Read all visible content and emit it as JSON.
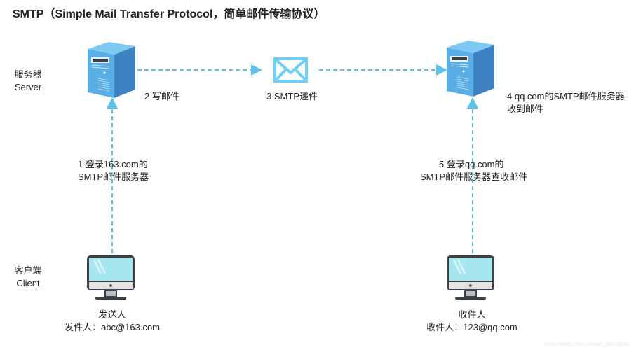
{
  "title": "SMTP（Simple Mail Transfer Protocol，简单邮件传输协议）",
  "rows": {
    "server": {
      "line1": "服务器",
      "line2": "Server"
    },
    "client": {
      "line1": "客户端",
      "line2": "Client"
    }
  },
  "steps": {
    "s1": {
      "line1": "1 登录163.com的",
      "line2": "SMTP邮件服务器"
    },
    "s2": "2 写邮件",
    "s3": "3 SMTP递件",
    "s4": {
      "line1": "4 qq.com的SMTP邮件服务器",
      "line2": "收到邮件"
    },
    "s5": {
      "line1": "5 登录qq.com的",
      "line2": "SMTP邮件服务器查收邮件"
    }
  },
  "sender": {
    "role": "发送人",
    "address": "发件人：abc@163.com"
  },
  "receiver": {
    "role": "收件人",
    "address": "收件人：123@qq.com"
  },
  "watermark": "https://blog.csdn.net/qq_39071955",
  "colors": {
    "arrow": "#5bc0ea",
    "server_front": "#5aaee6",
    "server_side": "#3f82c4",
    "screen": "#a6e6ef",
    "monitor_frame": "#3b3f47"
  }
}
